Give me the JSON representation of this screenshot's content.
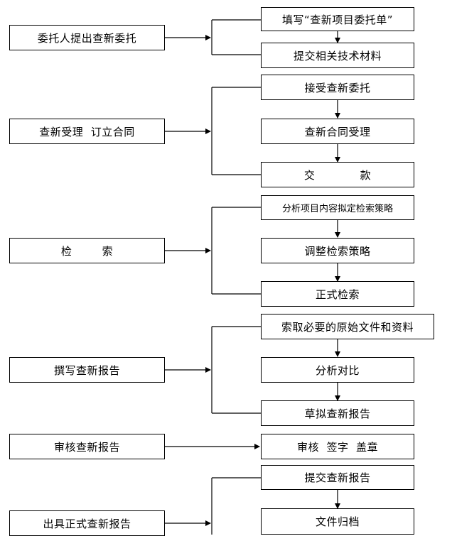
{
  "stages": [
    {
      "label": "委托人提出查新委托",
      "steps": [
        "填写“查新项目委托单”",
        "提交相关技术材料"
      ]
    },
    {
      "label": "查新受理  订立合同",
      "steps": [
        "接受查新委托",
        "查新合同受理",
        "交            款"
      ]
    },
    {
      "label": "检        索",
      "steps": [
        "分析项目内容拟定检索策略",
        "调整检索策略",
        "正式检索"
      ]
    },
    {
      "label": "撰写查新报告",
      "steps": [
        "索取必要的原始文件和资料",
        "分析对比",
        "草拟查新报告"
      ]
    },
    {
      "label": "审核查新报告",
      "steps": [
        "审核  签字  盖章"
      ]
    },
    {
      "label": "出具正式查新报告",
      "steps": [
        "提交查新报告",
        "文件归档"
      ]
    }
  ]
}
